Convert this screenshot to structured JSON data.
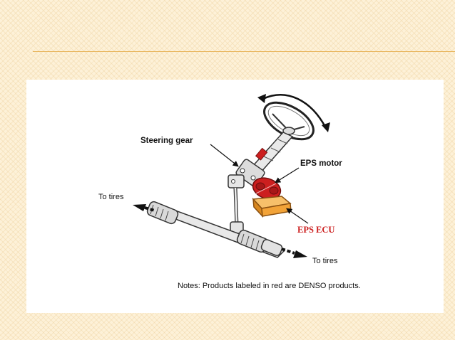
{
  "diagram": {
    "labels": {
      "steering_gear": "Steering gear",
      "eps_motor": "EPS motor",
      "eps_ecu": "EPS ECU",
      "to_tires_left": "To tires",
      "to_tires_right": "To tires"
    },
    "note": "Notes: Products labeled in red are DENSO products.",
    "colors": {
      "denso_red": "#cc1f1f",
      "ecu_orange": "#f2a338",
      "slide_accent": "#e8b45a",
      "background": "#fdf1d8"
    }
  }
}
